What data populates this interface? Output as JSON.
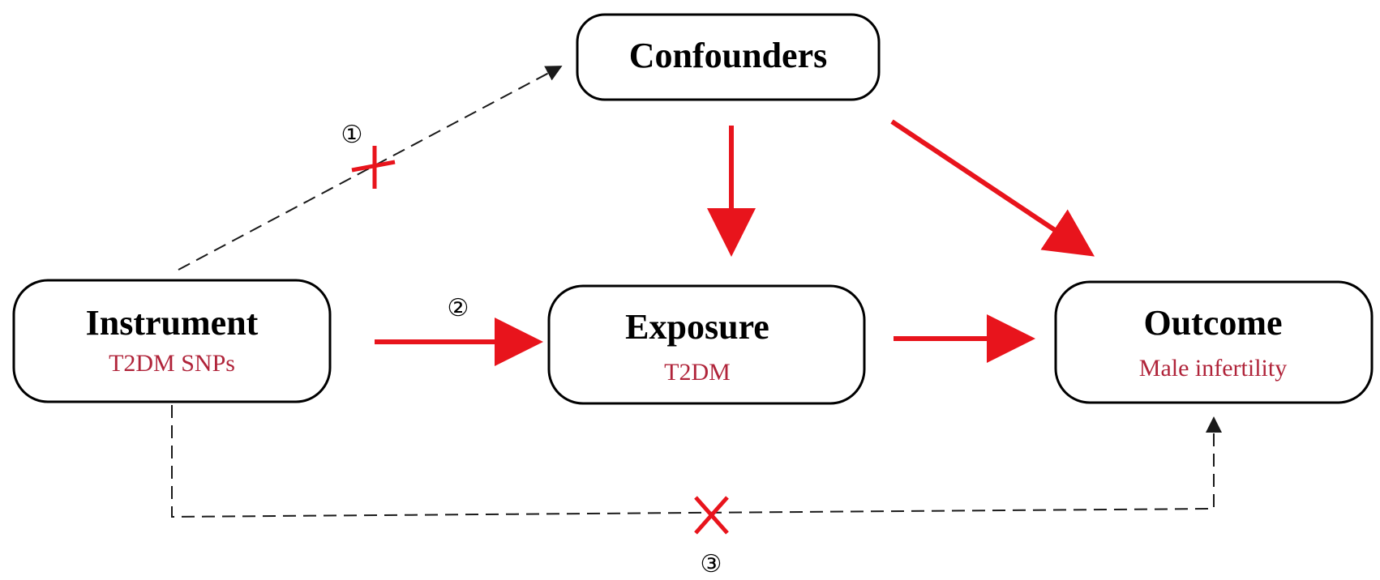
{
  "nodes": {
    "confounders": {
      "title": "Confounders"
    },
    "instrument": {
      "title": "Instrument",
      "subtitle": "T2DM SNPs"
    },
    "exposure": {
      "title": "Exposure",
      "subtitle": "T2DM"
    },
    "outcome": {
      "title": "Outcome",
      "subtitle": "Male infertility"
    }
  },
  "path_labels": {
    "path1": "①",
    "path2": "②",
    "path3": "③"
  },
  "colors": {
    "causal_arrow": "#e8141c",
    "blocked_mark": "#e8141c",
    "assumption_line": "#1a1a1a",
    "subtitle_text": "#b0243a",
    "box_border": "#000000"
  }
}
